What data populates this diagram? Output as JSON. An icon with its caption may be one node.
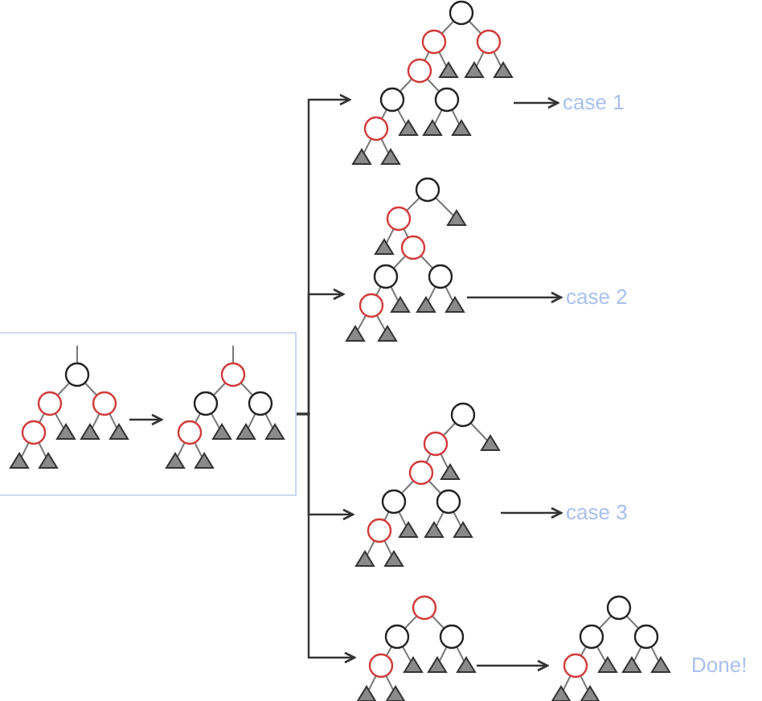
{
  "diagram": {
    "nodes": [
      {
        "text": [],
        "shape": "box"
      },
      {
        "text": [],
        "shape": "picture",
        "in": 0
      },
      {
        "text": [],
        "shape": "picture",
        "in": 0
      },
      {
        "text": [],
        "shape": "picture"
      },
      {
        "text": [
          "case 1"
        ]
      },
      {
        "text": [],
        "shape": "picture"
      },
      {
        "text": [
          "case 2"
        ]
      },
      {
        "text": [],
        "shape": "picture"
      },
      {
        "text": [
          "case 3"
        ]
      },
      {
        "text": [],
        "shape": "picture"
      },
      {
        "text": [],
        "shape": "picture",
        "beside": [
          "Done!"
        ]
      }
    ],
    "edges": [
      {
        "from": 1,
        "to": 2,
        "arrow": "to"
      },
      {
        "from": 0,
        "to": 3,
        "arrow": "to"
      },
      {
        "from": 0,
        "to": 5,
        "arrow": "to"
      },
      {
        "from": 0,
        "to": 7,
        "arrow": "to"
      },
      {
        "from": 0,
        "to": 9,
        "arrow": "to"
      },
      {
        "from": 3,
        "to": 4,
        "arrow": "to"
      },
      {
        "from": 5,
        "to": 6,
        "arrow": "to"
      },
      {
        "from": 7,
        "to": 8,
        "arrow": "to"
      },
      {
        "from": 9,
        "to": 10,
        "arrow": "to"
      }
    ]
  }
}
